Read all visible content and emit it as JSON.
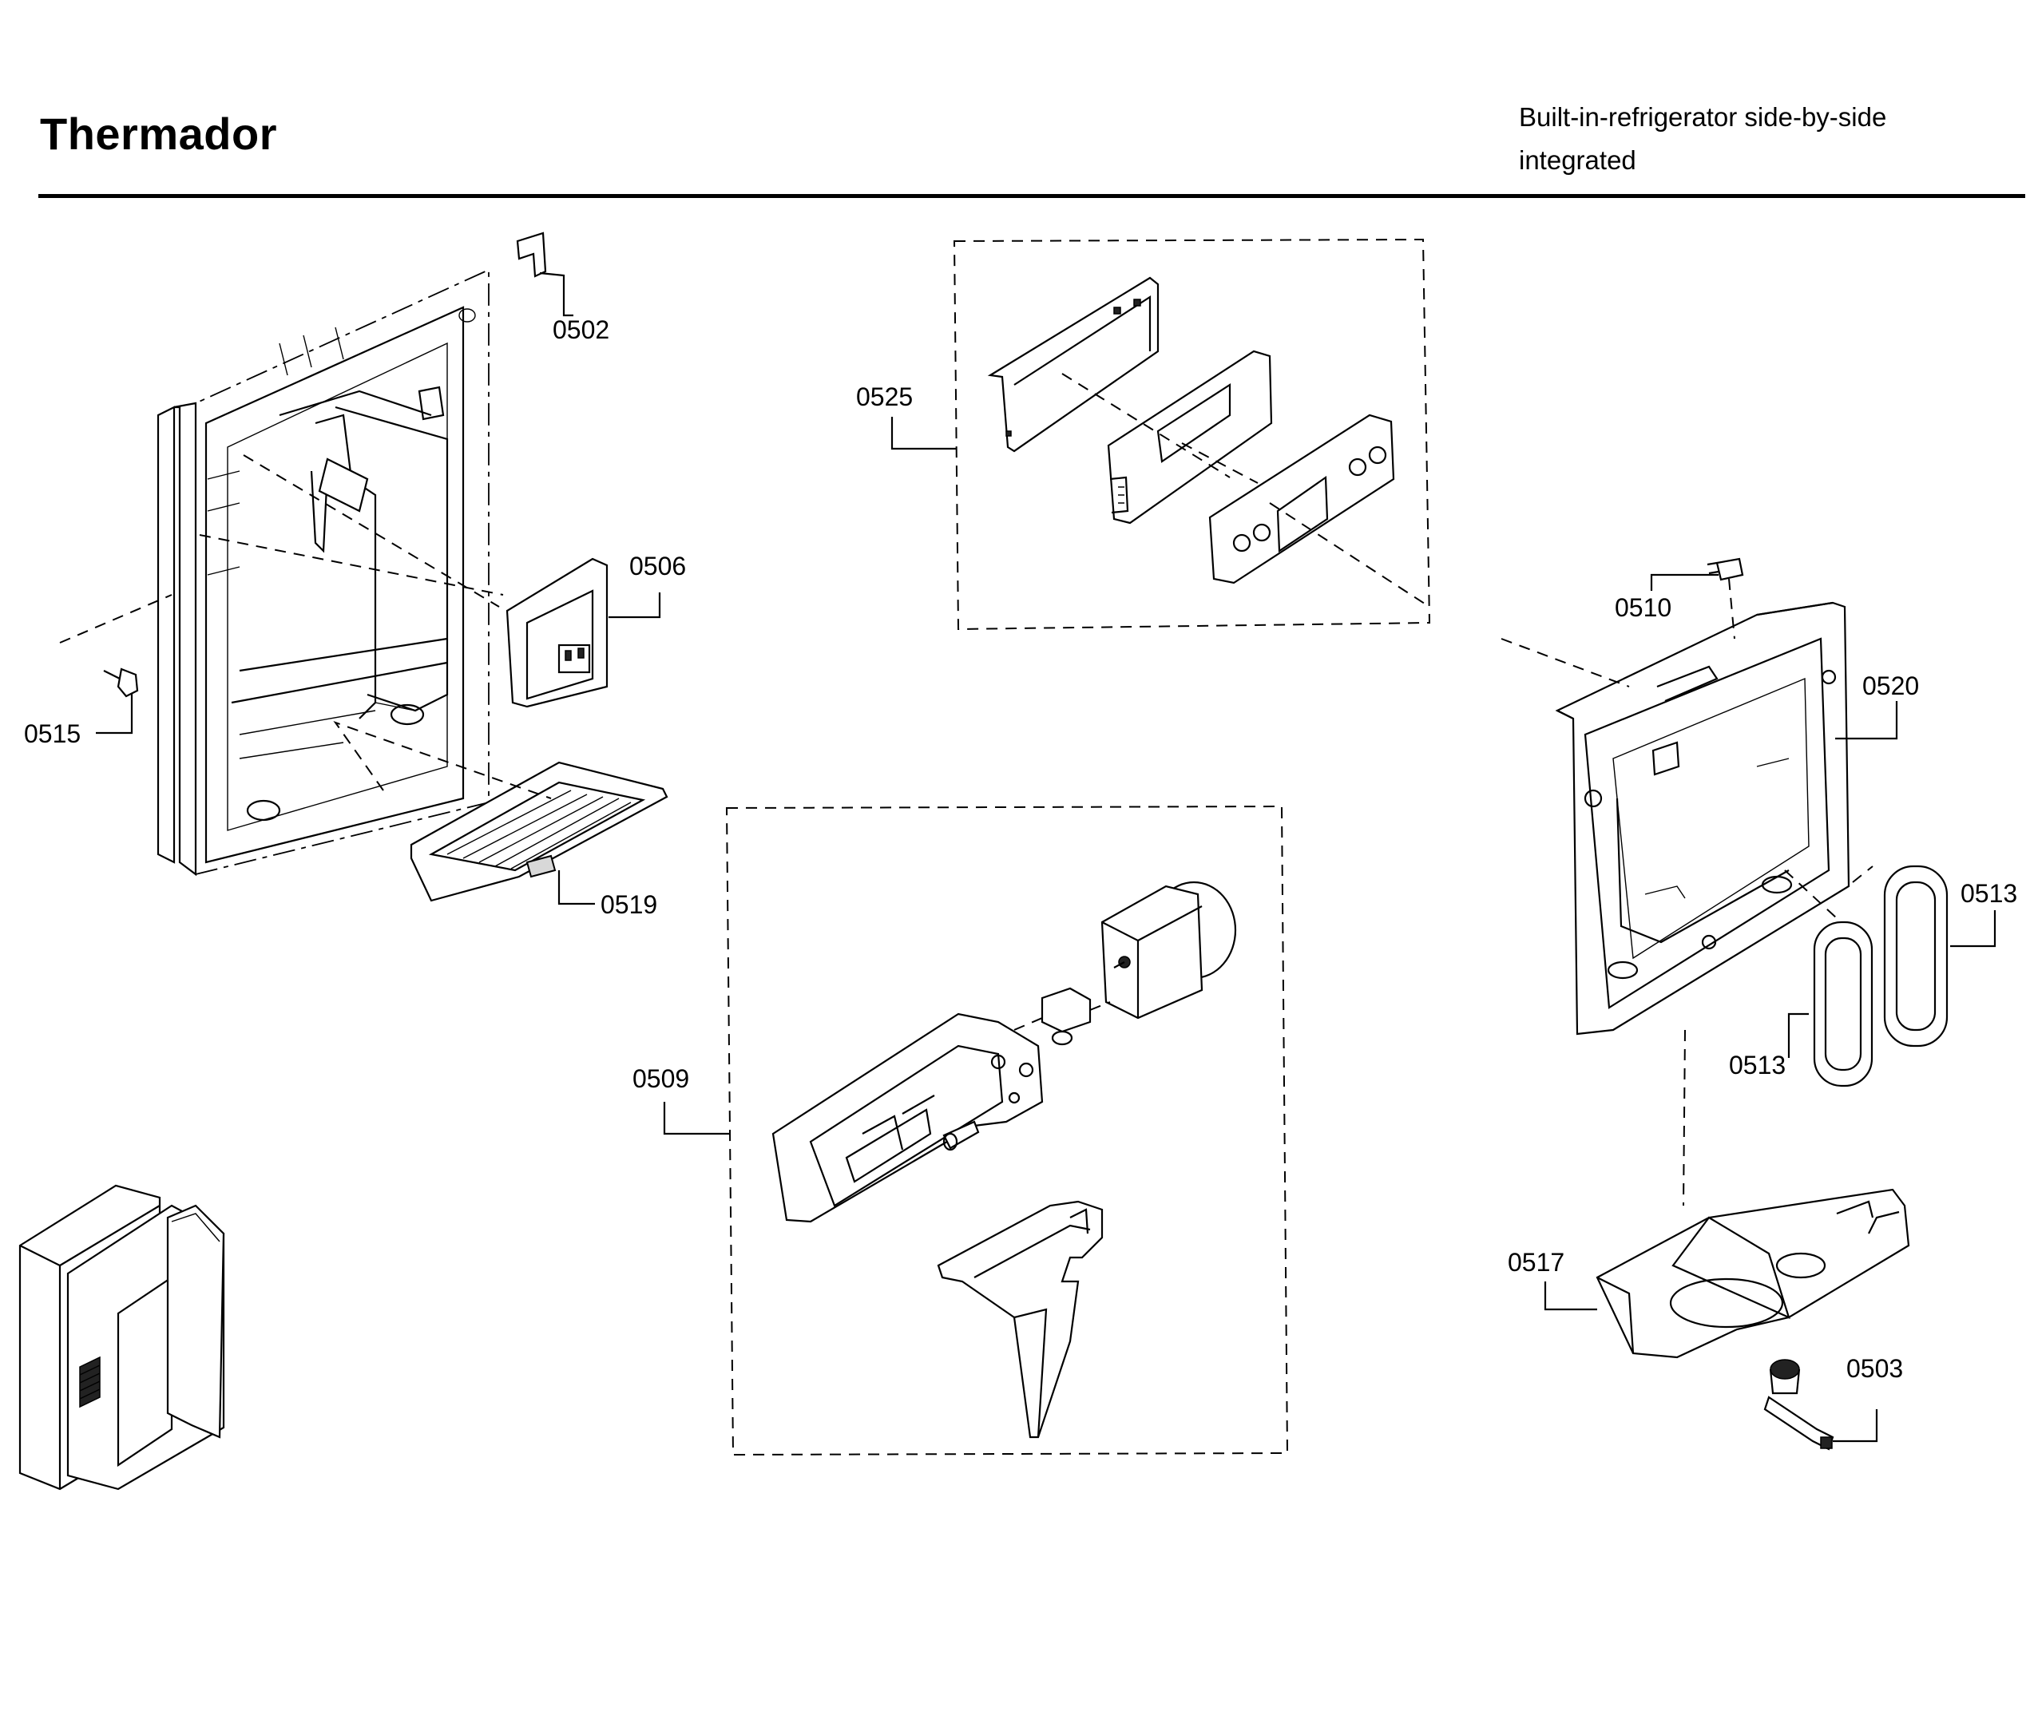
{
  "header": {
    "brand": "Thermador",
    "subtitle_line1": "Built-in-refrigerator side-by-side",
    "subtitle_line2": "integrated"
  },
  "parts": [
    {
      "id": "0502",
      "label": "0502"
    },
    {
      "id": "0525",
      "label": "0525"
    },
    {
      "id": "0506",
      "label": "0506"
    },
    {
      "id": "0515",
      "label": "0515"
    },
    {
      "id": "0519",
      "label": "0519"
    },
    {
      "id": "0510",
      "label": "0510"
    },
    {
      "id": "0520",
      "label": "0520"
    },
    {
      "id": "0513a",
      "label": "0513"
    },
    {
      "id": "0513b",
      "label": "0513"
    },
    {
      "id": "0509",
      "label": "0509"
    },
    {
      "id": "0517",
      "label": "0517"
    },
    {
      "id": "0503",
      "label": "0503"
    }
  ]
}
